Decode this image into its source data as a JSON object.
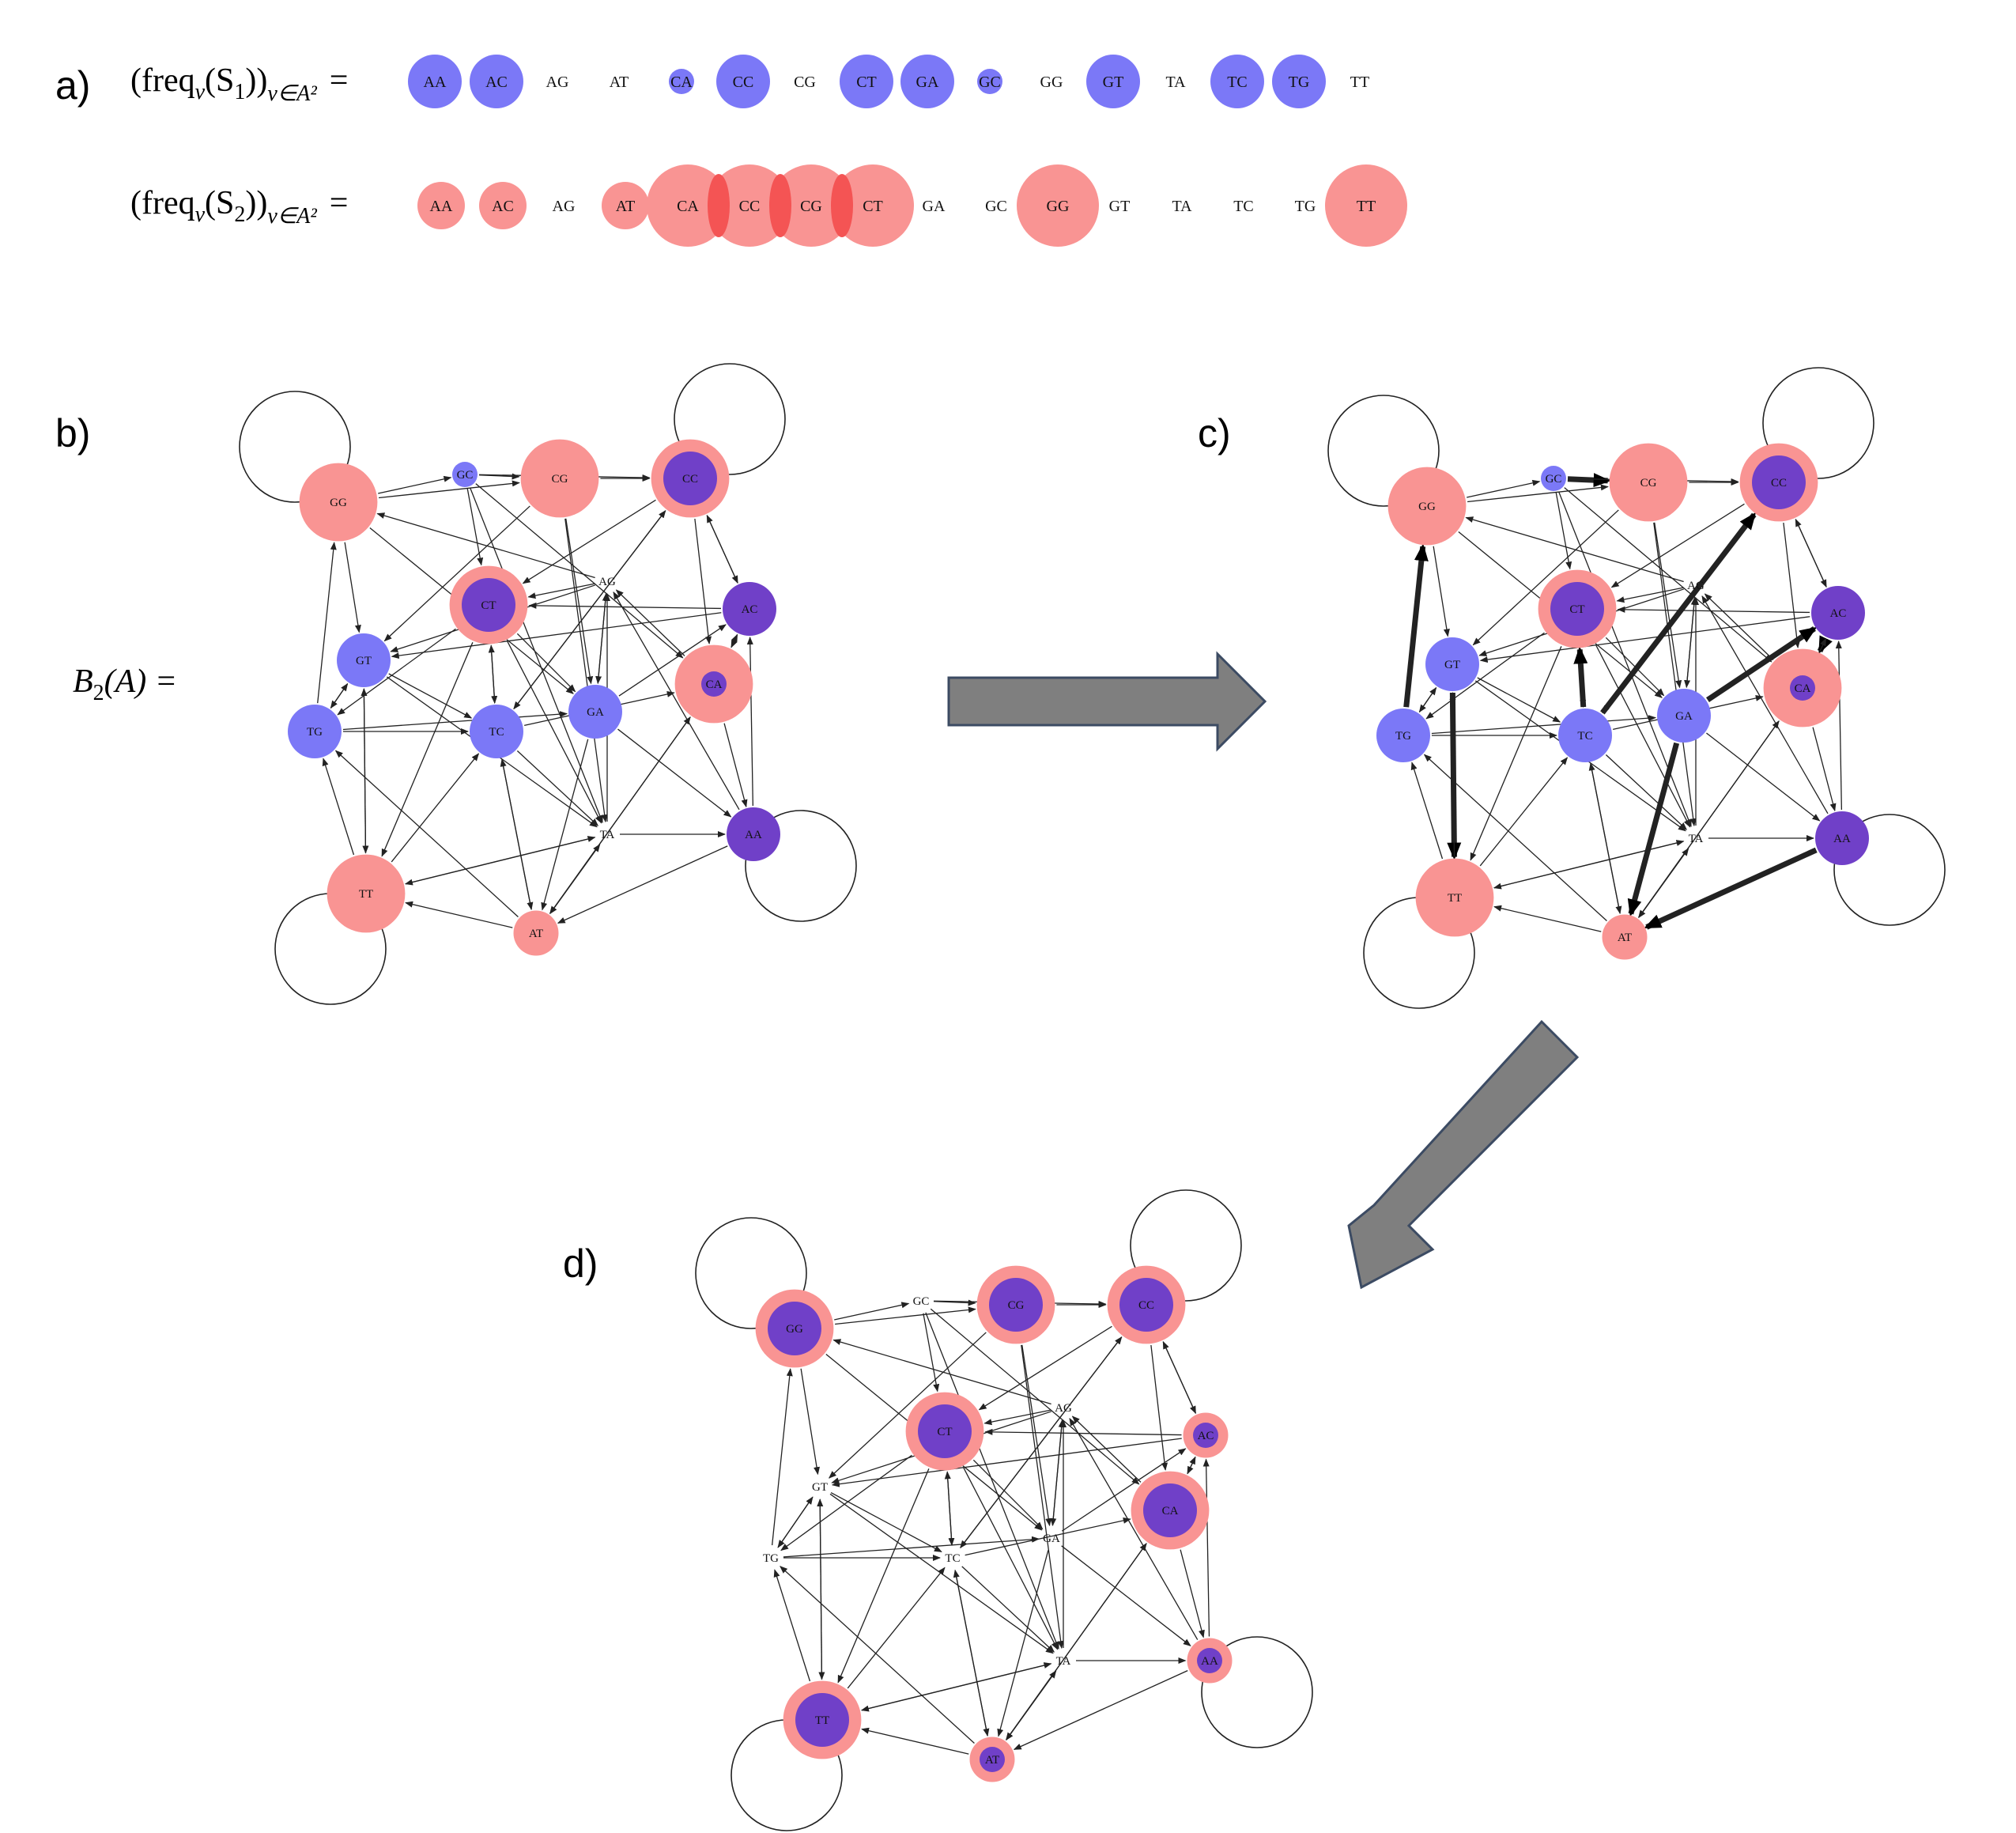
{
  "colors": {
    "s1": "#7b78f7",
    "s2": "#f99493",
    "overlap": "#7040c8",
    "overlap_strip": "#f45454",
    "arrow": "#7f7f7f",
    "edge": "#222222"
  },
  "panels": {
    "a": "a)",
    "b": "b)",
    "c": "c)",
    "d": "d)"
  },
  "formulas": {
    "s1": {
      "prefix": "(freq",
      "v": "v",
      "set": "(S",
      "idx": "1",
      "suffix": "))",
      "sub": "v∈A²",
      "eq": "="
    },
    "s2": {
      "prefix": "(freq",
      "v": "v",
      "set": "(S",
      "idx": "2",
      "suffix": "))",
      "sub": "v∈A²",
      "eq": "="
    },
    "b2": {
      "lhs": "B",
      "idx": "2",
      "arg": "(A) ="
    }
  },
  "kmers": [
    "AA",
    "AC",
    "AG",
    "AT",
    "CA",
    "CC",
    "CG",
    "CT",
    "GA",
    "GC",
    "GG",
    "GT",
    "TA",
    "TC",
    "TG",
    "TT"
  ],
  "freq_s1": [
    3,
    3,
    0,
    0,
    1,
    3,
    0,
    3,
    3,
    1,
    0,
    3,
    0,
    3,
    3,
    0
  ],
  "freq_s2": [
    2,
    2,
    0,
    2,
    5,
    5,
    5,
    5,
    0,
    0,
    5,
    0,
    0,
    0,
    0,
    5
  ],
  "graph": {
    "nodes": [
      {
        "id": "GG",
        "s1": 0,
        "s2": 5
      },
      {
        "id": "GC",
        "s1": 1,
        "s2": 0
      },
      {
        "id": "CG",
        "s1": 0,
        "s2": 5
      },
      {
        "id": "CC",
        "s1": 3,
        "s2": 5
      },
      {
        "id": "AG",
        "s1": 0,
        "s2": 0
      },
      {
        "id": "CT",
        "s1": 3,
        "s2": 5
      },
      {
        "id": "AC",
        "s1": 3,
        "s2": 2
      },
      {
        "id": "GT",
        "s1": 3,
        "s2": 0
      },
      {
        "id": "CA",
        "s1": 1,
        "s2": 5
      },
      {
        "id": "TG",
        "s1": 3,
        "s2": 0
      },
      {
        "id": "TC",
        "s1": 3,
        "s2": 0
      },
      {
        "id": "GA",
        "s1": 3,
        "s2": 0
      },
      {
        "id": "TA",
        "s1": 0,
        "s2": 0
      },
      {
        "id": "AA",
        "s1": 3,
        "s2": 2
      },
      {
        "id": "TT",
        "s1": 0,
        "s2": 5
      },
      {
        "id": "AT",
        "s1": 0,
        "s2": 2
      }
    ],
    "panel_d_nodes": [
      {
        "id": "GG",
        "s1": 3,
        "s2": 5
      },
      {
        "id": "GC",
        "s1": 0,
        "s2": 0
      },
      {
        "id": "CG",
        "s1": 3,
        "s2": 5
      },
      {
        "id": "CC",
        "s1": 3,
        "s2": 5
      },
      {
        "id": "AG",
        "s1": 0,
        "s2": 0
      },
      {
        "id": "CT",
        "s1": 3,
        "s2": 5
      },
      {
        "id": "AC",
        "s1": 1,
        "s2": 2
      },
      {
        "id": "GT",
        "s1": 0,
        "s2": 0
      },
      {
        "id": "CA",
        "s1": 3,
        "s2": 5
      },
      {
        "id": "TG",
        "s1": 0,
        "s2": 0
      },
      {
        "id": "TC",
        "s1": 0,
        "s2": 0
      },
      {
        "id": "GA",
        "s1": 0,
        "s2": 0
      },
      {
        "id": "TA",
        "s1": 0,
        "s2": 0
      },
      {
        "id": "AA",
        "s1": 1,
        "s2": 2
      },
      {
        "id": "TT",
        "s1": 3,
        "s2": 5
      },
      {
        "id": "AT",
        "s1": 1,
        "s2": 2
      }
    ],
    "self_loops": [
      "GG",
      "CC",
      "TT",
      "AA"
    ],
    "edges": [
      [
        "GG",
        "GC"
      ],
      [
        "GG",
        "CG"
      ],
      [
        "GG",
        "GT"
      ],
      [
        "GG",
        "GA"
      ],
      [
        "GC",
        "CG"
      ],
      [
        "GC",
        "CC"
      ],
      [
        "GC",
        "CT"
      ],
      [
        "GC",
        "CA"
      ],
      [
        "GC",
        "TA"
      ],
      [
        "CG",
        "CC"
      ],
      [
        "CG",
        "GT"
      ],
      [
        "CG",
        "GA"
      ],
      [
        "CG",
        "TA"
      ],
      [
        "CC",
        "CA"
      ],
      [
        "CC",
        "CT"
      ],
      [
        "CC",
        "TC"
      ],
      [
        "CC",
        "AC"
      ],
      [
        "AG",
        "GG"
      ],
      [
        "AG",
        "GT"
      ],
      [
        "AG",
        "GA"
      ],
      [
        "AG",
        "CT"
      ],
      [
        "CT",
        "TG"
      ],
      [
        "CT",
        "TA"
      ],
      [
        "CT",
        "TT"
      ],
      [
        "CT",
        "TC"
      ],
      [
        "CT",
        "GA"
      ],
      [
        "AC",
        "CT"
      ],
      [
        "AC",
        "CA"
      ],
      [
        "AC",
        "CC"
      ],
      [
        "AC",
        "GT"
      ],
      [
        "GT",
        "TG"
      ],
      [
        "GT",
        "TA"
      ],
      [
        "GT",
        "TC"
      ],
      [
        "GT",
        "TT"
      ],
      [
        "CA",
        "AG"
      ],
      [
        "CA",
        "AT"
      ],
      [
        "CA",
        "AA"
      ],
      [
        "CA",
        "AC"
      ],
      [
        "TG",
        "GG"
      ],
      [
        "TG",
        "GT"
      ],
      [
        "TG",
        "GA"
      ],
      [
        "TG",
        "TC"
      ],
      [
        "TC",
        "CA"
      ],
      [
        "TC",
        "CC"
      ],
      [
        "TC",
        "CT"
      ],
      [
        "TC",
        "TA"
      ],
      [
        "TC",
        "AT"
      ],
      [
        "GA",
        "AC"
      ],
      [
        "GA",
        "AA"
      ],
      [
        "GA",
        "AT"
      ],
      [
        "GA",
        "AG"
      ],
      [
        "TA",
        "AA"
      ],
      [
        "TA",
        "AT"
      ],
      [
        "TA",
        "AG"
      ],
      [
        "TA",
        "TT"
      ],
      [
        "AA",
        "AT"
      ],
      [
        "AA",
        "AC"
      ],
      [
        "AA",
        "AG"
      ],
      [
        "TT",
        "TG"
      ],
      [
        "TT",
        "TA"
      ],
      [
        "TT",
        "GT"
      ],
      [
        "TT",
        "TC"
      ],
      [
        "AT",
        "TG"
      ],
      [
        "AT",
        "TT"
      ],
      [
        "AT",
        "TA"
      ],
      [
        "AT",
        "CA"
      ],
      [
        "AT",
        "TC"
      ]
    ],
    "bold_edges_c": [
      [
        "TG",
        "GG"
      ],
      [
        "GT",
        "TT"
      ],
      [
        "TC",
        "CT"
      ],
      [
        "TC",
        "CC"
      ],
      [
        "GA",
        "AT"
      ],
      [
        "GA",
        "AC"
      ],
      [
        "AA",
        "AT"
      ],
      [
        "AC",
        "CA"
      ],
      [
        "GC",
        "CG"
      ]
    ]
  }
}
